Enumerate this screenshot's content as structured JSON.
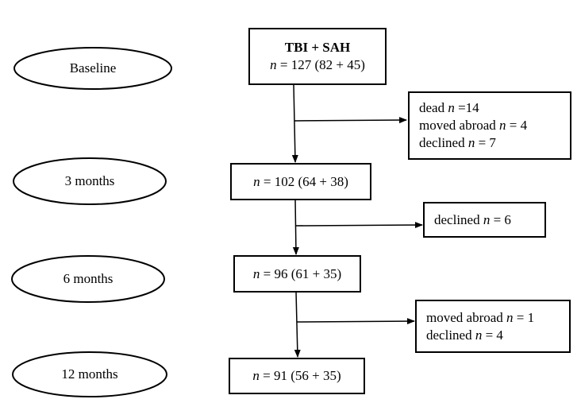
{
  "stages": [
    {
      "id": "baseline",
      "label": "Baseline"
    },
    {
      "id": "m3",
      "label": "3 months"
    },
    {
      "id": "m6",
      "label": "6 months"
    },
    {
      "id": "m12",
      "label": "12 months"
    }
  ],
  "main_boxes": [
    {
      "title": "TBI + SAH",
      "n_symbol": "n",
      "text": " = 127 (82 + 45)"
    },
    {
      "n_symbol": "n",
      "text": " = 102 (64 + 38)"
    },
    {
      "n_symbol": "n",
      "text": " = 96 (61 + 35)"
    },
    {
      "n_symbol": "n",
      "text": " = 91 (56 + 35)"
    }
  ],
  "exclusion_boxes": [
    {
      "items": [
        {
          "reason": "dead ",
          "n_symbol": "n",
          "value": " =14"
        },
        {
          "reason": "moved abroad ",
          "n_symbol": "n",
          "value": " = 4"
        },
        {
          "reason": "declined ",
          "n_symbol": "n",
          "value": " = 7"
        }
      ]
    },
    {
      "items": [
        {
          "reason": "declined ",
          "n_symbol": "n",
          "value": " = 6"
        }
      ]
    },
    {
      "items": [
        {
          "reason": "moved abroad ",
          "n_symbol": "n",
          "value": " = 1"
        },
        {
          "reason": "declined ",
          "n_symbol": "n",
          "value": " = 4"
        }
      ]
    }
  ]
}
